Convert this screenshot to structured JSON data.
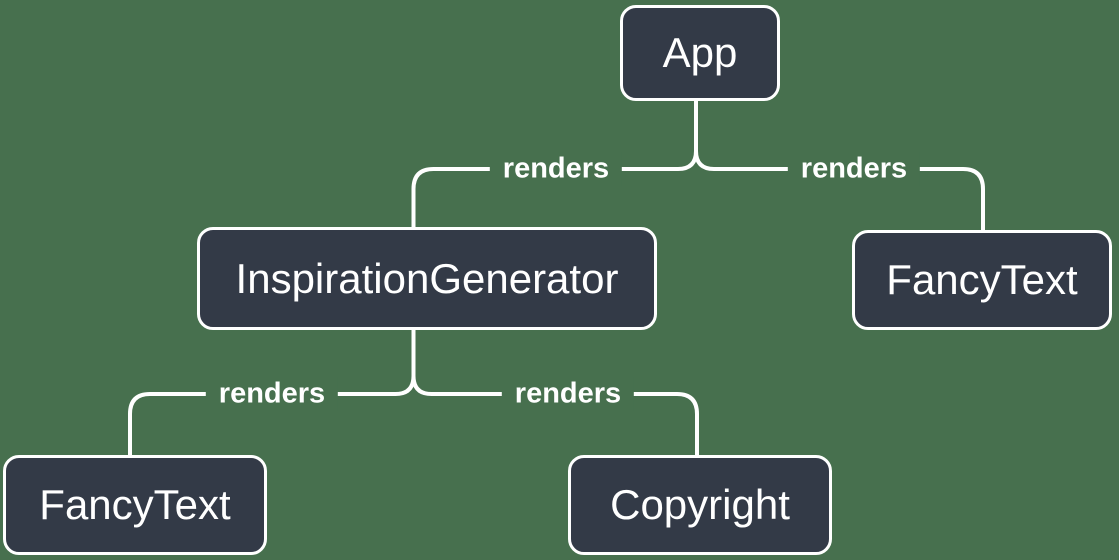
{
  "diagram": {
    "type": "tree",
    "description": "React render tree diagram",
    "colors": {
      "background": "#47704E",
      "node_fill": "#333A47",
      "node_border": "#FFFFFF",
      "node_text": "#FFFFFF",
      "line": "#FFFFFF"
    },
    "nodes": [
      {
        "id": "app",
        "label": "App"
      },
      {
        "id": "inspiration-generator",
        "label": "InspirationGenerator"
      },
      {
        "id": "fancy-text-top",
        "label": "FancyText"
      },
      {
        "id": "fancy-text-bottom",
        "label": "FancyText"
      },
      {
        "id": "copyright",
        "label": "Copyright"
      }
    ],
    "edges": [
      {
        "from": "App",
        "to": "InspirationGenerator",
        "label": "renders"
      },
      {
        "from": "App",
        "to": "FancyText",
        "label": "renders"
      },
      {
        "from": "InspirationGenerator",
        "to": "FancyText",
        "label": "renders"
      },
      {
        "from": "InspirationGenerator",
        "to": "Copyright",
        "label": "renders"
      }
    ]
  }
}
